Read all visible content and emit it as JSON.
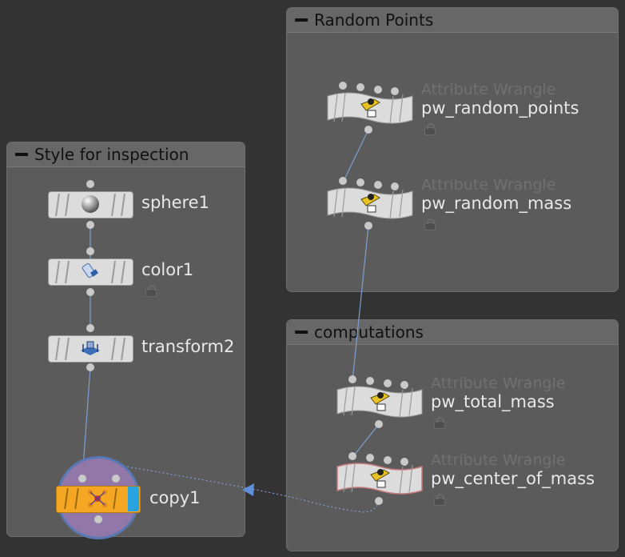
{
  "boxes": {
    "style": {
      "title": "Style for inspection"
    },
    "random": {
      "title": "Random Points"
    },
    "computations": {
      "title": "computations"
    }
  },
  "nodes": {
    "sphere1": {
      "name": "sphere1",
      "icon": "sphere-icon"
    },
    "color1": {
      "name": "color1",
      "icon": "color-icon"
    },
    "transform2": {
      "name": "transform2",
      "icon": "transform-icon"
    },
    "copy1": {
      "name": "copy1",
      "icon": "copy-icon"
    },
    "pw_random_points": {
      "type": "Attribute Wrangle",
      "name": "pw_random_points",
      "icon": "wrangle-icon"
    },
    "pw_random_mass": {
      "type": "Attribute Wrangle",
      "name": "pw_random_mass",
      "icon": "wrangle-icon"
    },
    "pw_total_mass": {
      "type": "Attribute Wrangle",
      "name": "pw_total_mass",
      "icon": "wrangle-icon"
    },
    "pw_center_of_mass": {
      "type": "Attribute Wrangle",
      "name": "pw_center_of_mass",
      "icon": "wrangle-icon"
    }
  },
  "colors": {
    "background": "#333333",
    "box": "#5b5b5b",
    "box_header": "#676767",
    "wire": "#7f9fcf",
    "display_flag": "#f5a623",
    "template_flag": "#29a3e0",
    "selected_ring": "#5a78b4"
  }
}
